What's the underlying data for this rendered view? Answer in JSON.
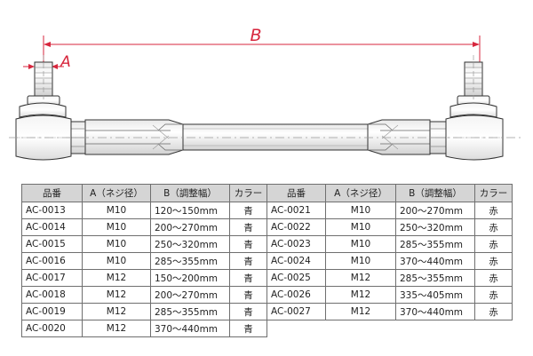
{
  "diagram": {
    "dimension_a_label": "A",
    "dimension_b_label": "B",
    "accent_color": "#d7263d",
    "line_color": "#333333"
  },
  "table": {
    "headers": [
      "品番",
      "A（ネジ径）",
      "B（調整幅）",
      "カラー",
      "品番",
      "A（ネジ径）",
      "B（調整幅）",
      "カラー"
    ],
    "left_rows": [
      {
        "model": "AC-0013",
        "thread": "M10",
        "range": "120～150mm",
        "color": "青"
      },
      {
        "model": "AC-0014",
        "thread": "M10",
        "range": "200～270mm",
        "color": "青"
      },
      {
        "model": "AC-0015",
        "thread": "M10",
        "range": "250～320mm",
        "color": "青"
      },
      {
        "model": "AC-0016",
        "thread": "M10",
        "range": "285～355mm",
        "color": "青"
      },
      {
        "model": "AC-0017",
        "thread": "M12",
        "range": "150～200mm",
        "color": "青"
      },
      {
        "model": "AC-0018",
        "thread": "M12",
        "range": "200～270mm",
        "color": "青"
      },
      {
        "model": "AC-0019",
        "thread": "M12",
        "range": "285～355mm",
        "color": "青"
      },
      {
        "model": "AC-0020",
        "thread": "M12",
        "range": "370～440mm",
        "color": "青"
      }
    ],
    "right_rows": [
      {
        "model": "AC-0021",
        "thread": "M10",
        "range": "200～270mm",
        "color": "赤"
      },
      {
        "model": "AC-0022",
        "thread": "M10",
        "range": "250～320mm",
        "color": "赤"
      },
      {
        "model": "AC-0023",
        "thread": "M10",
        "range": "285～355mm",
        "color": "赤"
      },
      {
        "model": "AC-0024",
        "thread": "M10",
        "range": "370～440mm",
        "color": "赤"
      },
      {
        "model": "AC-0025",
        "thread": "M12",
        "range": "285～355mm",
        "color": "赤"
      },
      {
        "model": "AC-0026",
        "thread": "M12",
        "range": "335～405mm",
        "color": "赤"
      },
      {
        "model": "AC-0027",
        "thread": "M12",
        "range": "370～440mm",
        "color": "赤"
      }
    ]
  }
}
